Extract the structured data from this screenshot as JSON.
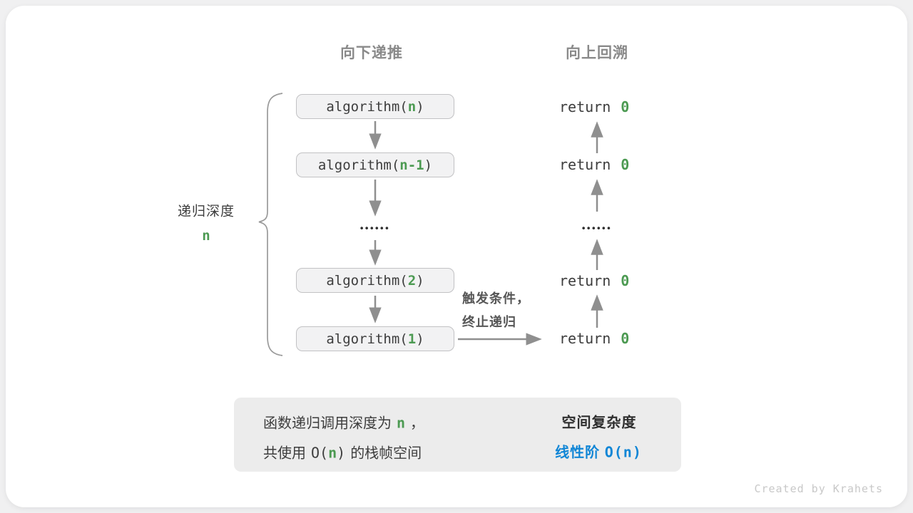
{
  "headers": {
    "recurse_down": "向下递推",
    "backtrack_up": "向上回溯"
  },
  "depth_brace": {
    "label": "递归深度",
    "value": "n"
  },
  "call_stack": [
    {
      "prefix": "algorithm(",
      "arg": "n",
      "suffix": ")"
    },
    {
      "prefix": "algorithm(",
      "arg": "n-1",
      "suffix": ")"
    },
    {
      "prefix": "algorithm(",
      "arg": "2",
      "suffix": ")"
    },
    {
      "prefix": "algorithm(",
      "arg": "1",
      "suffix": ")"
    }
  ],
  "ellipsis_left": "••••••",
  "ellipsis_right": "••••••",
  "returns": [
    {
      "keyword": "return",
      "value": "0"
    },
    {
      "keyword": "return",
      "value": "0"
    },
    {
      "keyword": "return",
      "value": "0"
    },
    {
      "keyword": "return",
      "value": "0"
    }
  ],
  "trigger_note": {
    "line1": "触发条件，",
    "line2": "终止递归"
  },
  "summary": {
    "line1_pre": "函数递归调用深度为",
    "line1_var": "n",
    "line1_post": "，",
    "line2_pre": "共使用",
    "line2_open": "O(",
    "line2_var": "n",
    "line2_close": ")",
    "line2_post": "的栈帧空间",
    "result_title": "空间复杂度",
    "result_label": "线性阶",
    "result_code": "O(n)"
  },
  "credit": "Created by Krahets",
  "colors": {
    "green": "#4c9a52",
    "blue": "#1186d6",
    "accent_gray": "#8f8f8f"
  }
}
